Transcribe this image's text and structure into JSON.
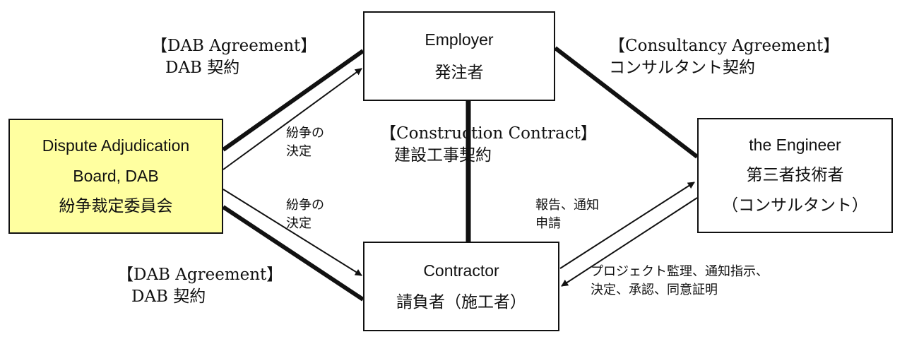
{
  "nodes": {
    "employer": {
      "line1": "Employer",
      "line2": "発注者"
    },
    "engineer": {
      "line1": "the Engineer",
      "line2": "第三者技術者",
      "line3": "（コンサルタント）"
    },
    "dab": {
      "line1": "Dispute Adjudication",
      "line2": "Board, DAB",
      "line3": "紛争裁定委員会"
    },
    "contractor": {
      "line1": "Contractor",
      "line2": "請負者（施工者）"
    }
  },
  "labels": {
    "dab_agreement_top_en": "【DAB Agreement】",
    "dab_agreement_top_jp": "DAB 契約",
    "consultancy_en": "【Consultancy Agreement】",
    "consultancy_jp": "コンサルタント契約",
    "construction_en": "【Construction Contract】",
    "construction_jp": "建設工事契約",
    "dab_agreement_bottom_en": "【DAB Agreement】",
    "dab_agreement_bottom_jp": "DAB 契約",
    "decision_upper_1": "紛争の",
    "decision_upper_2": "決定",
    "decision_lower_1": "紛争の",
    "decision_lower_2": "決定",
    "report_1": "報告、通知",
    "report_2": "申請",
    "supervision_1": "プロジェクト監理、通知指示、",
    "supervision_2": "決定、承認、同意証明"
  },
  "colors": {
    "dab_fill": "#ffffa0",
    "line": "#111111"
  }
}
